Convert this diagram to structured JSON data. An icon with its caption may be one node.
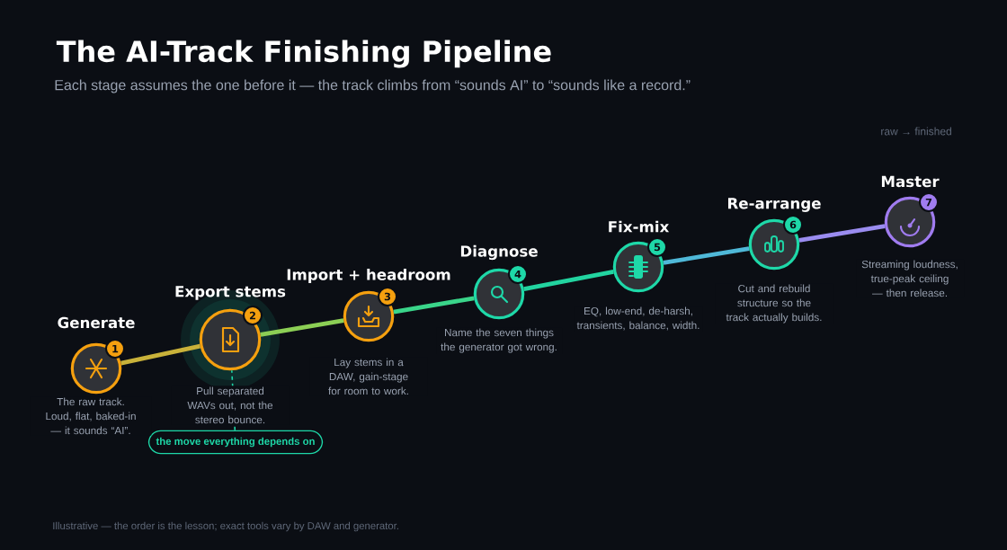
{
  "diagram": {
    "title": "The AI-Track Finishing Pipeline",
    "nodes": [
      {
        "text": [
          "Generate",
          "1"
        ],
        "beside": [
          "The raw track. Loud, flat, baked-in — it sounds “AI”."
        ]
      },
      {
        "text": [
          "Export stems",
          "2"
        ],
        "beside": [
          "Pull separated WAVs out, not the stereo bounce."
        ]
      },
      {
        "text": [
          "Import + headroom",
          "3"
        ],
        "beside": [
          "Lay stems in a DAW, gain-stage for room to work."
        ]
      },
      {
        "text": [
          "Diagnose",
          "4"
        ],
        "beside": [
          "Name the seven things the generator got wrong."
        ]
      },
      {
        "text": [
          "Fix-mix",
          "5"
        ],
        "beside": [
          "EQ, low-end, de-harsh, transients, balance, width."
        ]
      },
      {
        "text": [
          "Re-arrange",
          "6"
        ],
        "beside": [
          "Cut and rebuild structure so the track actually builds."
        ]
      },
      {
        "text": [
          "Master",
          "7"
        ],
        "beside": [
          "Streaming loudness, true-peak ceiling — then release."
        ]
      },
      {
        "text": [
          "the move everything depends on"
        ]
      }
    ],
    "edges": [
      {
        "from": 0,
        "to": 1,
        "arrow": "none",
        "color": "#c9b23a"
      },
      {
        "from": 1,
        "to": 2,
        "arrow": "none",
        "color": "#8ccf55"
      },
      {
        "from": 2,
        "to": 3,
        "arrow": "none",
        "color": "#3ad58a"
      },
      {
        "from": 3,
        "to": 4,
        "arrow": "none",
        "color": "#22d4a0"
      },
      {
        "from": 4,
        "to": 5,
        "arrow": "none",
        "color": "#4fb8d8"
      },
      {
        "from": 5,
        "to": 6,
        "arrow": "none",
        "color": "#9a8cf0"
      },
      {
        "from": 7,
        "to": 1,
        "arrow": "none",
        "style": "dashed",
        "color": "#1ed8a8"
      }
    ],
    "labels": [
      "Each stage assumes the one before it — the track climbs from “sounds AI” to “sounds like a record.”",
      "raw → finished",
      "Illustrative — the order is the lesson; exact tools vary by DAW and generator."
    ]
  }
}
